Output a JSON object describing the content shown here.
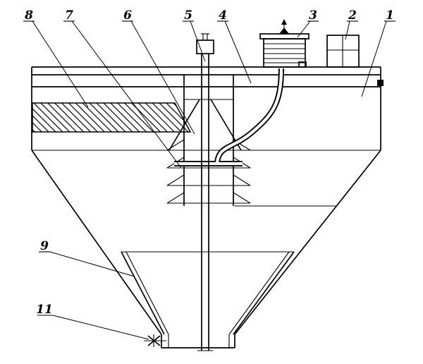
{
  "colors": {
    "ink": "#000000",
    "background": "#ffffff"
  },
  "diagram": {
    "kind": "sectional-engineering-drawing"
  },
  "callouts": [
    {
      "label": "8"
    },
    {
      "label": "7"
    },
    {
      "label": "6"
    },
    {
      "label": "5"
    },
    {
      "label": "4"
    },
    {
      "label": "3"
    },
    {
      "label": "2"
    },
    {
      "label": "1"
    },
    {
      "label": "9"
    },
    {
      "label": "11"
    }
  ]
}
